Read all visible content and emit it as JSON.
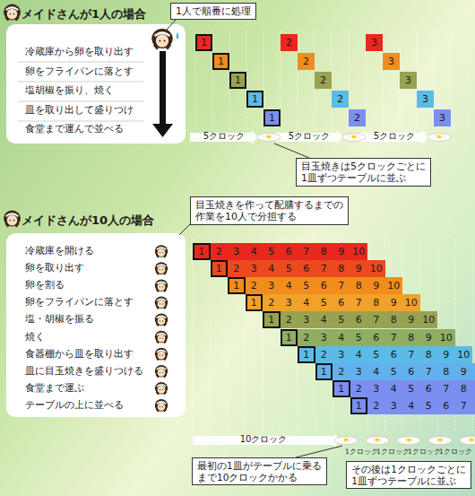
{
  "diagram": {
    "nodes": [
      {
        "text": [
          "メイドさんが1人の場合"
        ]
      },
      {
        "text": [
          "メイドさんが10人の場合"
        ]
      },
      {
        "text": [
          "1人で順番に処理"
        ]
      },
      {
        "text": [
          "目玉焼きは5クロックごとに 1皿ずつテーブルに並ぶ"
        ]
      },
      {
        "text": [
          "目玉焼きを作って配膳するまでの 作業を10人で分担する"
        ]
      },
      {
        "text": [
          "最初の1皿がテーブルに乗る まで10クロックかかる"
        ]
      },
      {
        "text": [
          "その後は1クロックごとに 1皿ずつテーブルに並ぶ"
        ]
      }
    ],
    "labels": [
      "冷蔵庫から卵を取り出す",
      "卵をフライパンに落とす",
      "塩胡椒を振り、焼く",
      "皿を取り出して盛りつけ",
      "食堂まで運んで並べる",
      "1",
      "1",
      "1",
      "1",
      "1",
      "2",
      "2",
      "2",
      "2",
      "2",
      "3",
      "3",
      "3",
      "3",
      "3",
      "5クロック",
      "5クロック",
      "5クロック",
      "冷蔵庫を開ける",
      "卵を取り出す",
      "卵を割る",
      "卵をフライパンに落とす",
      "塩・胡椒を振る",
      "焼く",
      "食器棚から皿を取り出す",
      "皿に目玉焼きを盛りつける",
      "食堂まで運ぶ",
      "テーブルの上に並べる",
      "1",
      "2",
      "3",
      "4",
      "5",
      "6",
      "7",
      "8",
      "9",
      "10",
      "1",
      "2",
      "3",
      "4",
      "5",
      "6",
      "7",
      "8",
      "9",
      "10",
      "1",
      "2",
      "3",
      "4",
      "5",
      "6",
      "7",
      "8",
      "9",
      "10",
      "1",
      "2",
      "3",
      "4",
      "5",
      "6",
      "7",
      "8",
      "9",
      "10",
      "1",
      "2",
      "3",
      "4",
      "5",
      "6",
      "7",
      "8",
      "9",
      "10",
      "1",
      "2",
      "3",
      "4",
      "5",
      "6",
      "7",
      "8",
      "9",
      "10",
      "1",
      "2",
      "3",
      "4",
      "5",
      "6",
      "7",
      "8",
      "9",
      "10",
      "1",
      "2",
      "3",
      "4",
      "5",
      "6",
      "7",
      "8",
      "9",
      "1",
      "2",
      "3",
      "4",
      "5",
      "6",
      "7",
      "8",
      "1",
      "2",
      "3",
      "4",
      "5",
      "6",
      "7",
      "10クロック",
      "1クロック",
      "1クロック",
      "1クロック",
      "1クロック"
    ]
  }
}
